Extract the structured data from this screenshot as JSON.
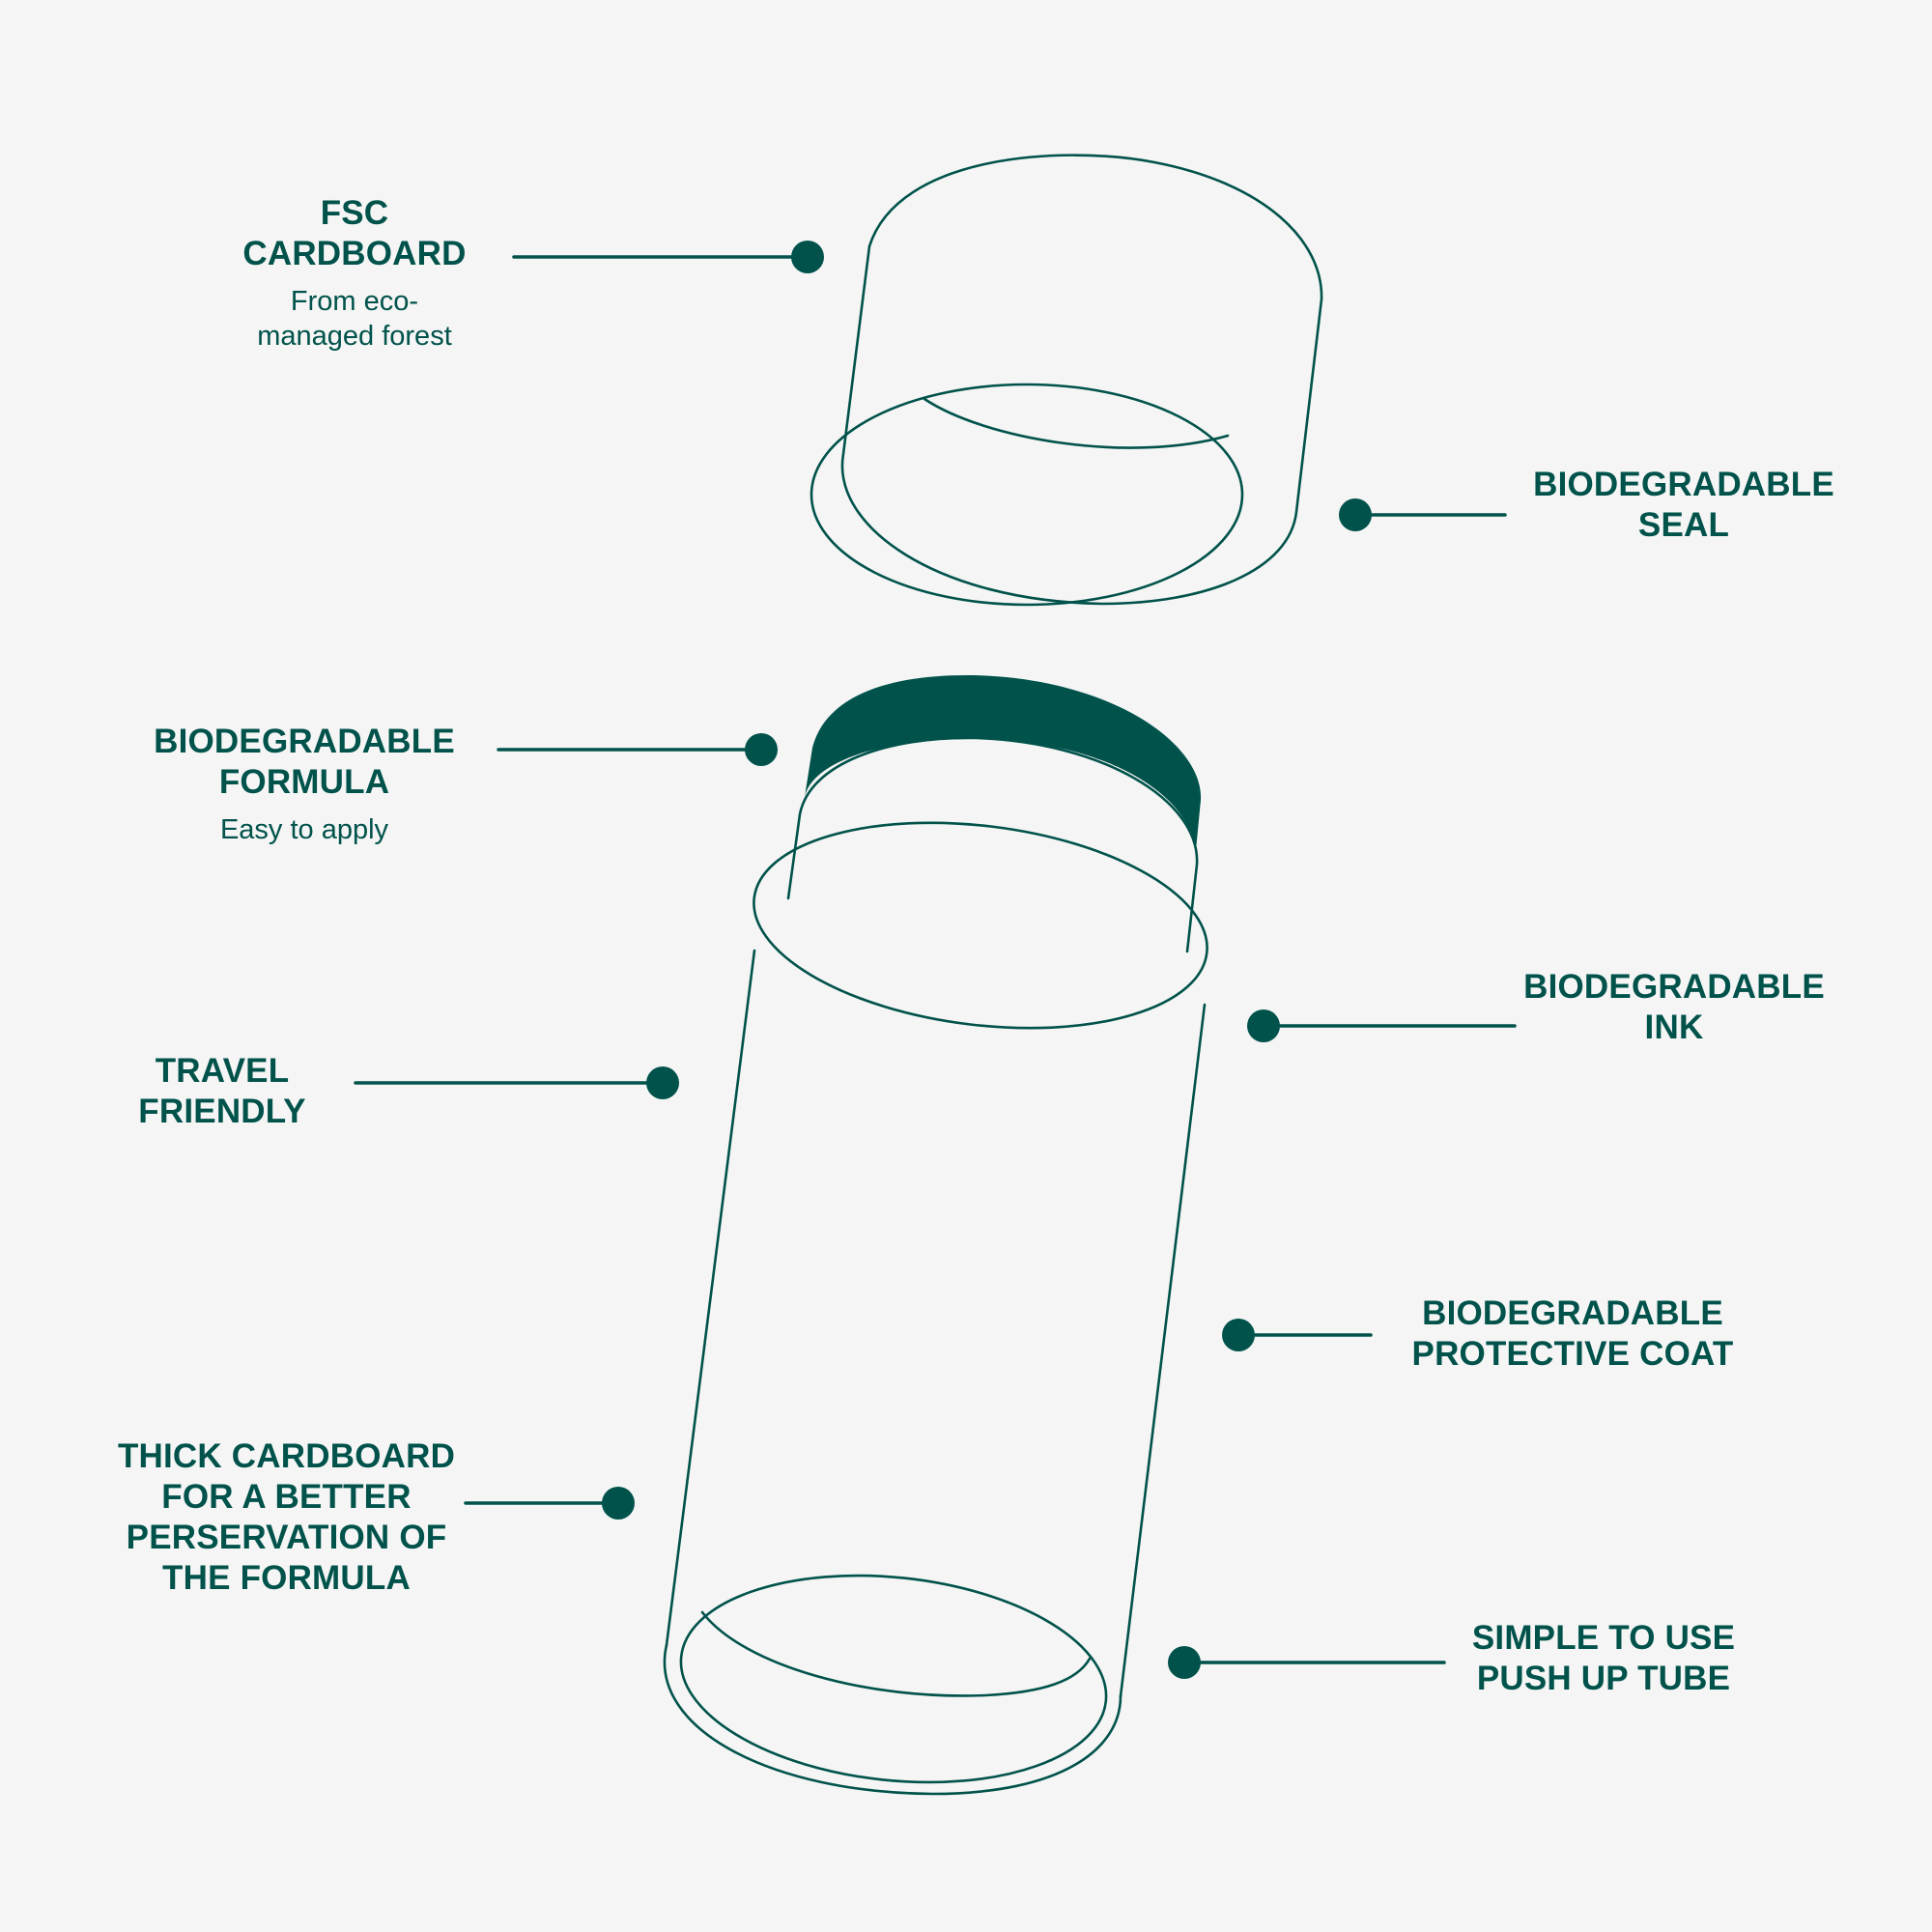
{
  "colors": {
    "ink": "#00524b",
    "background": "#f4f5f4"
  },
  "callouts": {
    "fsc_cardboard": {
      "title": [
        "FSC",
        "CARDBOARD"
      ],
      "subtitle": [
        "From eco-",
        "managed forest"
      ]
    },
    "biodegradable_seal": {
      "title": [
        "BIODEGRADABLE",
        "SEAL"
      ]
    },
    "biodegradable_formula": {
      "title": [
        "BIODEGRADABLE",
        "FORMULA"
      ],
      "subtitle": [
        "Easy to apply"
      ]
    },
    "biodegradable_ink": {
      "title": [
        "BIODEGRADABLE",
        "INK"
      ]
    },
    "travel_friendly": {
      "title": [
        "TRAVEL",
        "FRIENDLY"
      ]
    },
    "biodegradable_protective_coat": {
      "title": [
        "BIODEGRADABLE",
        "PROTECTIVE COAT"
      ]
    },
    "thick_cardboard": {
      "title": [
        "THICK CARDBOARD",
        "FOR A BETTER",
        "PERSERVATION OF",
        "THE FORMULA"
      ]
    },
    "push_up_tube": {
      "title": [
        "SIMPLE TO USE",
        "PUSH UP TUBE"
      ]
    }
  }
}
